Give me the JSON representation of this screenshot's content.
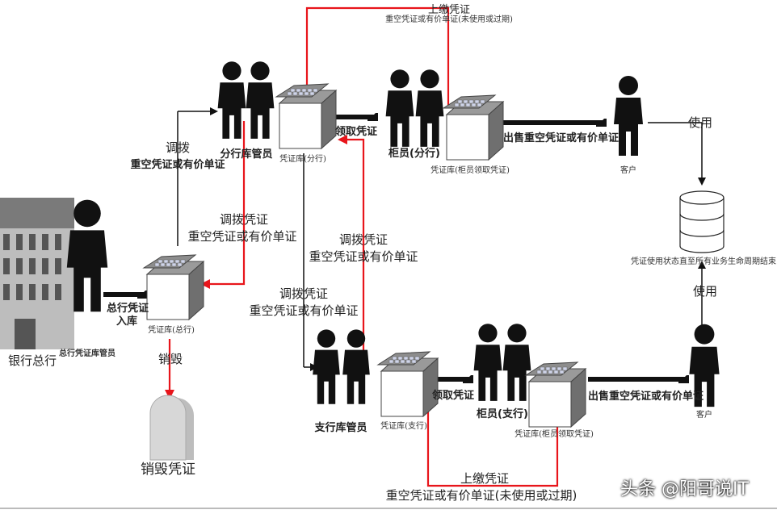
{
  "labels": {
    "top_return_title": "上缴凭证",
    "top_return_detail": "重空凭证或有价单证(未使用或过期)",
    "allocate_hq_to_branch_1": "调拨",
    "allocate_hq_to_branch_2": "重空凭证或有价单证",
    "branch_manager": "分行库管员",
    "branch_vault": "凭证库(分行)",
    "receive_branch": "领取凭证",
    "teller_branch": "柜员(分行)",
    "teller_vault_branch": "凭证库(柜员领取凭证)",
    "sell_branch": "出售重空凭证或有价单证",
    "customer_top": "客户",
    "use_top": "使用",
    "db_caption": "凭证使用状态直至所有业务生命周期结束",
    "use_bottom": "使用",
    "alloc_branch_to_hq_1": "调拨凭证",
    "alloc_branch_to_hq_2": "重空凭证或有价单证",
    "alloc_sub_to_branch_1": "调拨凭证",
    "alloc_sub_to_branch_2": "重空凭证或有价单证",
    "alloc_branch_to_sub_1": "调拨凭证",
    "alloc_branch_to_sub_2": "重空凭证或有价单证",
    "hq_inbound_1": "总行凭证",
    "hq_inbound_2": "入库",
    "hq_vault": "凭证库(总行)",
    "hq_manager": "总行凭证库管员",
    "bank_hq": "银行总行",
    "destroy": "销毁",
    "destroy_vouchers": "销毁凭证",
    "sub_manager": "支行库管员",
    "sub_vault": "凭证库(支行)",
    "receive_sub": "领取凭证",
    "teller_sub": "柜员(支行)",
    "teller_vault_sub": "凭证库(柜员领取凭证)",
    "sell_sub": "出售重空凭证或有价单证",
    "customer_bottom": "客户",
    "bottom_return_title": "上缴凭证",
    "bottom_return_detail": "重空凭证或有价单证(未使用或过期)",
    "watermark": "头条 @阳哥说IT"
  },
  "colors": {
    "red_flow": "#e8151b",
    "black_flow": "#111111",
    "gray_flow": "#555555",
    "box_face": "#ffffff",
    "box_side": "#6f6f6f",
    "box_top": "#9a9a9a",
    "tombstone": "#c9c9c9"
  }
}
